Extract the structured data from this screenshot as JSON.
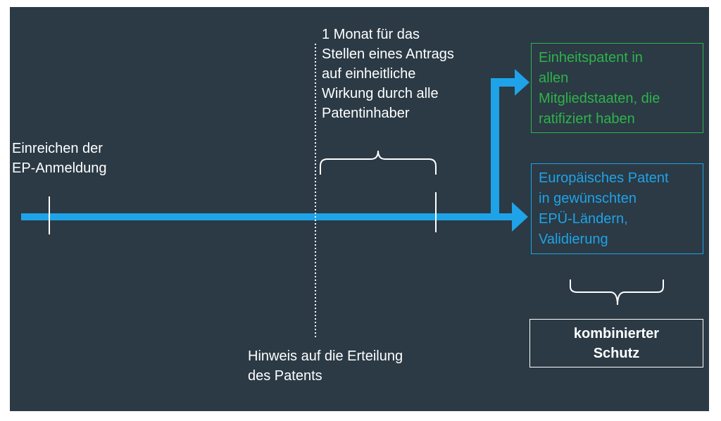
{
  "labels": {
    "filing": "Einreichen der\nEP-Anmeldung",
    "grant_notice": "Hinweis auf die Erteilung\ndes Patents",
    "one_month": "1 Monat für das\nStellen eines Antrags\nauf einheitliche\nWirkung durch alle\nPatentinhaber"
  },
  "boxes": {
    "unitary": "Einheitspatent in\nallen\nMitgliedstaaten, die\nratifiziert haben",
    "european": "Europäisches Patent\nin gewünschten\nEPÜ-Ländern,\nValidierung",
    "combined": "kombinierter\nSchutz"
  },
  "colors": {
    "background": "#2b3a45",
    "arrow": "#1fa3e8",
    "unitary": "#2fb34a",
    "european": "#1fa3e8",
    "text": "#ffffff"
  }
}
